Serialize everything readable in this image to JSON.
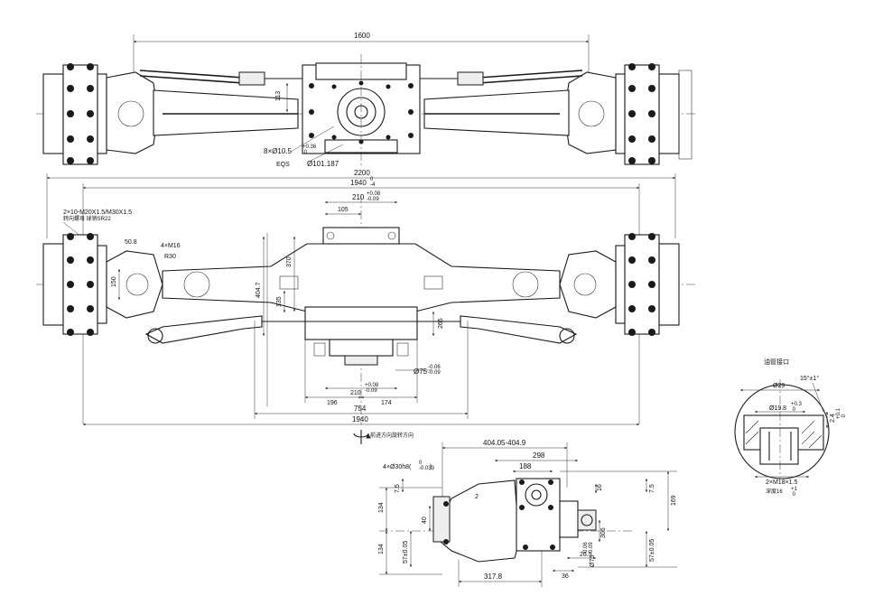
{
  "top_view": {
    "overall_width": "1600",
    "dim_113": "113",
    "holes": "8×Ø10.5",
    "holes_tol": "+0.36\n 0",
    "eqs": "EQS",
    "pcd": "Ø101.187"
  },
  "front_view": {
    "overall_2200": "2200",
    "dim_1940_top": "1940",
    "dim_1940_top_tol": "0\n-4",
    "dim_210": "210",
    "dim_210_tol": "+0.08\n-0.09",
    "dim_105": "105",
    "thread_note_1": "2×10-M20X1.5/M30X1.5",
    "thread_note_2": "转向螺母  球销SR22",
    "dim_50_8": "50.8",
    "dim_4xM16": "4×M16",
    "dim_R30": "R30",
    "dim_150": "150",
    "dim_370": "370",
    "dim_404_7": "404.7",
    "dim_135": "135",
    "dim_265": "265",
    "dim_phi75": "Ø75",
    "dim_phi75_tol": "-0.06\n-0.09",
    "dim_196": "196",
    "dim_174": "174",
    "dim_210_b": "210",
    "dim_210_b_tol": "+0.08\n-0.09",
    "dim_754": "754",
    "dim_1940_bottom": "1940",
    "rotation_note": "前进方向旋转方向"
  },
  "side_view": {
    "dim_404": "404.05-404.9",
    "dim_298": "298",
    "dim_188": "188",
    "dim_holes": "4×Ø30h8(",
    "dim_holes_tol": "0\n-0.033",
    "dim_holes_close": ")",
    "dim_7_5_a": "7.5",
    "dim_7_5_b": "7.5",
    "dim_16": "16",
    "dim_169": "169",
    "dim_134_a": "134",
    "dim_134_b": "134",
    "dim_40": "40",
    "dim_2": "2",
    "dim_57_a": "57±0.05",
    "dim_57_b": "57±0.05",
    "dim_305": "305",
    "dim_phi75": "Ø75",
    "dim_phi75_tol": "-0.06\n-0.09",
    "dim_26_5": "26.5",
    "dim_317_8": "317.8",
    "dim_36": "36"
  },
  "detail_view": {
    "title": "油管接口",
    "dim_29": "Ø29",
    "dim_19_8": "Ø19.8",
    "dim_19_8_tol": "+0.3\n 0",
    "dim_angle": "15°±1°",
    "dim_2_4": "2.4",
    "dim_2_4_tol": "+0.1\n 0",
    "thread": "2×M18×1.5",
    "depth": "深度16",
    "depth_tol": "+1\n 0"
  }
}
